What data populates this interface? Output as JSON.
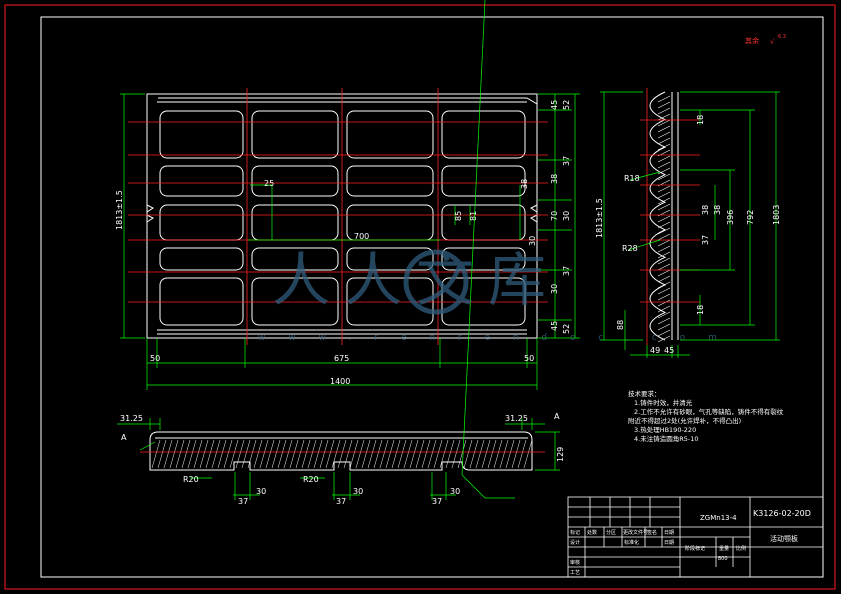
{
  "roughness_note": {
    "label": "其余",
    "symbol": "√",
    "value": "6.3"
  },
  "front_view": {
    "horizontal_dims": [
      "50",
      "675",
      "50",
      "1400",
      "700",
      "25"
    ],
    "right_dims": [
      "45",
      "52",
      "37",
      "38",
      "38",
      "70",
      "30",
      "30",
      "37",
      "30",
      "45",
      "52"
    ],
    "left_dims": [
      "1813±1.5"
    ],
    "inner_dims": [
      "85",
      "81"
    ]
  },
  "side_view": {
    "dims_left": [
      "1813±1.5",
      "R18",
      "R28"
    ],
    "dims_right": [
      "18",
      "38",
      "38",
      "37",
      "396",
      "792",
      "18",
      "88",
      "49",
      "45",
      "1803"
    ]
  },
  "section_view": {
    "dims": [
      "31.25",
      "31.25",
      "129",
      "R20",
      "R20",
      "30",
      "37",
      "30",
      "37",
      "30",
      "37"
    ],
    "section_marks": [
      "A",
      "A"
    ]
  },
  "tech_requirements": {
    "title": "技术要求：",
    "items": [
      "1.铸件时效，并清光",
      "2.工作不允许有砂眼，气孔等缺陷，铸件不得有裂纹",
      "附近不得超过2处(允许焊补，不得凸出)",
      "3.热处理HB190-220",
      "4.未注铸造圆角R5-10"
    ]
  },
  "title_block": {
    "material": "ZGMn13-4",
    "drawing_no": "K3126-02-20D",
    "part_name": "活动颚板",
    "scale": "800",
    "row_labels": [
      "标记",
      "处数",
      "分区",
      "更改文件号",
      "签名",
      "日期"
    ],
    "row2_labels": [
      "设计",
      "标准化",
      "日期"
    ],
    "row3_labels": [
      "阶段标记",
      "重量",
      "比例"
    ],
    "bottom_labels": [
      "审核",
      "工艺"
    ]
  },
  "watermark": {
    "text": "人人文库",
    "url": "w w w . r e n r e n d o c . c o m"
  },
  "colors": {
    "line": "#ffffff",
    "dim": "#00ff00",
    "center": "#ff2222",
    "note": "#ff3333"
  }
}
